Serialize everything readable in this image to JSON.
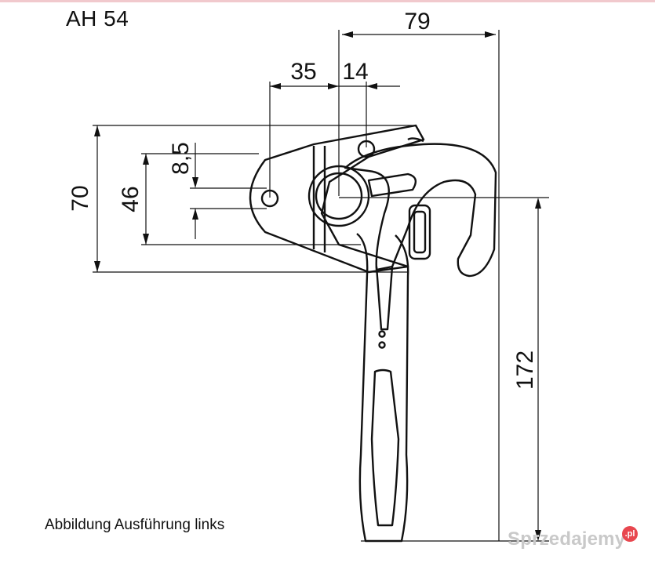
{
  "title": "AH 54",
  "caption": "Abbildung Ausführung links",
  "watermark": {
    "text": "Sprzedajemy",
    "badge": ".pl"
  },
  "dimensions": {
    "width_total": "79",
    "offset_a": "35",
    "offset_b": "14",
    "hole_spacing": "8,5",
    "height_plate": "70",
    "height_inner": "46",
    "lever_length": "172"
  },
  "colors": {
    "line": "#111111",
    "rule": "#f1c9cd",
    "watermark": "#c9c9c9",
    "badge": "#e8474f"
  }
}
